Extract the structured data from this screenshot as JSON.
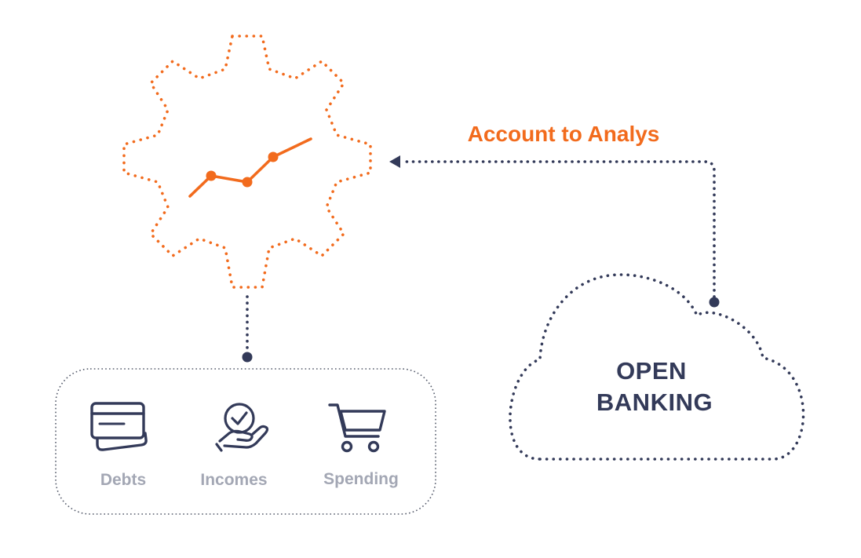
{
  "flow": {
    "arrow_label": "Account to Analys",
    "source": {
      "line1": "OPEN",
      "line2": "BANKING"
    }
  },
  "categories": [
    {
      "label": "Debts",
      "icon": "credit-card-icon"
    },
    {
      "label": "Incomes",
      "icon": "hand-coin-check-icon"
    },
    {
      "label": "Spending",
      "icon": "shopping-cart-icon"
    }
  ],
  "colors": {
    "accent": "#F26B1D",
    "navy": "#333A59",
    "muted": "#A3A7B4",
    "frame": "#555B6B"
  }
}
